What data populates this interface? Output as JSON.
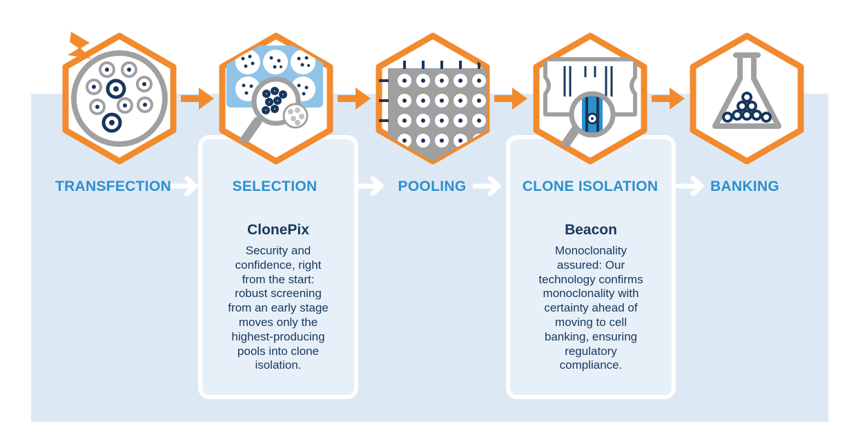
{
  "stages": [
    {
      "label": "TRANSFECTION",
      "icon": "petri-dish-icon"
    },
    {
      "label": "SELECTION",
      "icon": "magnifier-over-colonies-icon"
    },
    {
      "label": "POOLING",
      "icon": "well-plate-icon"
    },
    {
      "label": "CLONE ISOLATION",
      "icon": "magnifier-over-chip-icon"
    },
    {
      "label": "BANKING",
      "icon": "flask-icon"
    }
  ],
  "cards": {
    "selection": {
      "title": "ClonePix",
      "lines": [
        "Security and",
        "confidence, right",
        "from the start:",
        "robust screening",
        "from an early stage",
        "moves only the",
        "highest-producing",
        "pools into clone",
        "isolation."
      ]
    },
    "isolation": {
      "title": "Beacon",
      "lines": [
        "Monoclonality",
        "assured: Our",
        "technology confirms",
        "monoclonality with",
        "certainty ahead of",
        "moving to cell",
        "banking, ensuring",
        "regulatory",
        "compliance."
      ]
    }
  },
  "colors": {
    "orange": "#f28a2e",
    "navy": "#17365d",
    "stage_blue": "#2e8fcb",
    "gray": "#9d9d9d",
    "panel": "#dce9f5"
  }
}
